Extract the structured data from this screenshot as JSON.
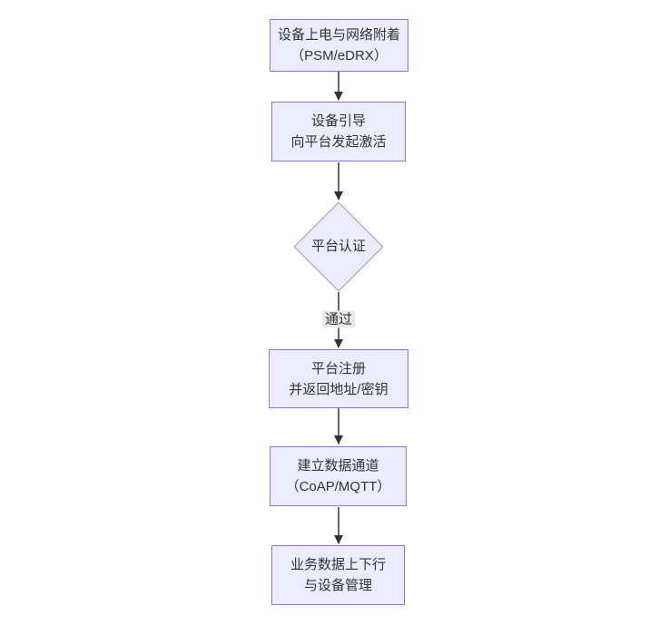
{
  "flowchart": {
    "nodes": [
      {
        "id": "power-attach",
        "shape": "rect",
        "line1": "设备上电与网络附着",
        "line2": "（PSM/eDRX）"
      },
      {
        "id": "bootstrap",
        "shape": "rect",
        "line1": "设备引导",
        "line2": "向平台发起激活"
      },
      {
        "id": "platform-auth",
        "shape": "diamond",
        "line1": "平台认证",
        "line2": ""
      },
      {
        "id": "platform-register",
        "shape": "rect",
        "line1": "平台注册",
        "line2": "并返回地址/密钥"
      },
      {
        "id": "data-channel",
        "shape": "rect",
        "line1": "建立数据通道",
        "line2": "（CoAP/MQTT）"
      },
      {
        "id": "business-data",
        "shape": "rect",
        "line1": "业务数据上下行",
        "line2": "与设备管理"
      }
    ],
    "edge_labels": {
      "auth_to_register": "通过"
    },
    "colors": {
      "node_fill": "#ECECFF",
      "node_border": "#9370DB",
      "edge_line": "#333333",
      "arrowhead": "#333333",
      "text": "#333333",
      "edge_label_bg": "#e8e8e8",
      "background": "#ffffff"
    }
  }
}
